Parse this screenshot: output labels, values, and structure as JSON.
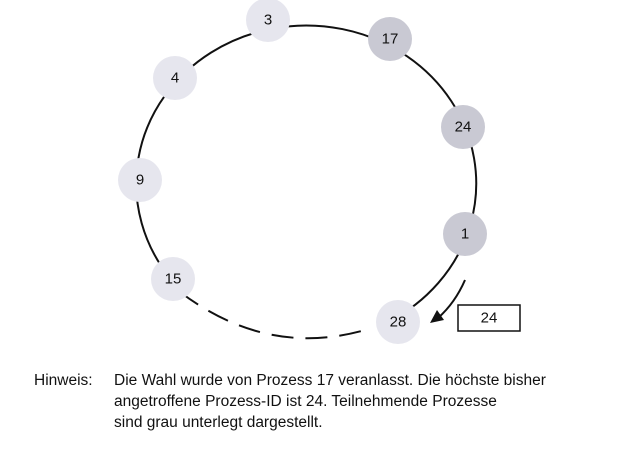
{
  "ring": {
    "nodes": [
      {
        "id": "3",
        "participating": false
      },
      {
        "id": "17",
        "participating": true
      },
      {
        "id": "24",
        "participating": true
      },
      {
        "id": "1",
        "participating": true
      },
      {
        "id": "28",
        "participating": false
      },
      {
        "id": "15",
        "participating": false
      },
      {
        "id": "9",
        "participating": false
      },
      {
        "id": "4",
        "participating": false
      }
    ],
    "message": "24",
    "colors": {
      "participating": "#c9c9d3",
      "idle": "#e6e6ee",
      "ring_line": "#111111"
    }
  },
  "note": {
    "label": "Hinweis:",
    "lines": [
      "Die Wahl wurde von Prozess 17 veranlasst. Die höchste bisher",
      "angetroffene Prozess-ID ist 24. Teilnehmende Prozesse",
      "sind grau unterlegt dargestellt."
    ]
  }
}
